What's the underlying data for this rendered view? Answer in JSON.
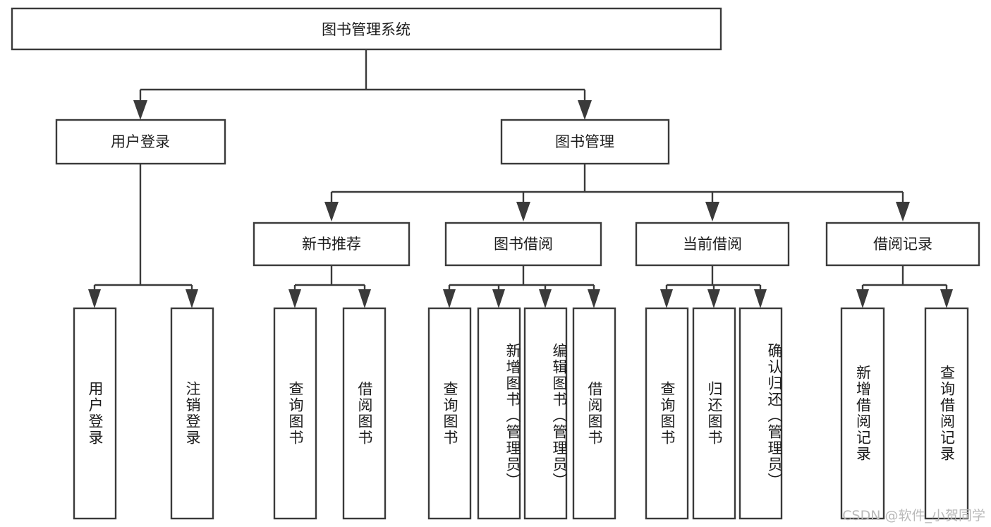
{
  "diagram": {
    "type": "tree-hierarchy-chart",
    "title": "图书管理系统",
    "watermark": "CSDN @软件_小贺同学",
    "colors": {
      "box_stroke": "#3a3a3a",
      "box_fill": "#ffffff",
      "text": "#1c1c1c",
      "background": "#ffffff",
      "watermark": "#b9b9b9"
    },
    "root": {
      "label": "图书管理系统"
    },
    "level2": [
      {
        "id": "user-login",
        "label": "用户登录"
      },
      {
        "id": "book-management",
        "label": "图书管理"
      }
    ],
    "level3": [
      {
        "id": "new-book-recommend",
        "label": "新书推荐",
        "parent": "book-management"
      },
      {
        "id": "book-borrow",
        "label": "图书借阅",
        "parent": "book-management"
      },
      {
        "id": "current-borrow",
        "label": "当前借阅",
        "parent": "book-management"
      },
      {
        "id": "borrow-record",
        "label": "借阅记录",
        "parent": "book-management"
      }
    ],
    "leaves": {
      "user-login": [
        {
          "id": "leaf-user-login",
          "label": "用户登录"
        },
        {
          "id": "leaf-logout-login",
          "label": "注销登录"
        }
      ],
      "new-book-recommend": [
        {
          "id": "leaf-query-book-1",
          "label": "查询图书"
        },
        {
          "id": "leaf-borrow-book-1",
          "label": "借阅图书"
        }
      ],
      "book-borrow": [
        {
          "id": "leaf-query-book-2",
          "label": "查询图书"
        },
        {
          "id": "leaf-add-book",
          "label": "新增图书（管理员）"
        },
        {
          "id": "leaf-edit-book",
          "label": "编辑图书（管理员）"
        },
        {
          "id": "leaf-borrow-book-2",
          "label": "借阅图书"
        }
      ],
      "current-borrow": [
        {
          "id": "leaf-query-book-3",
          "label": "查询图书"
        },
        {
          "id": "leaf-return-book",
          "label": "归还图书"
        },
        {
          "id": "leaf-confirm-return",
          "label": "确认归还（管理员）"
        }
      ],
      "borrow-record": [
        {
          "id": "leaf-add-record",
          "label": "新增借阅记录"
        },
        {
          "id": "leaf-query-record",
          "label": "查询借阅记录"
        }
      ]
    }
  }
}
